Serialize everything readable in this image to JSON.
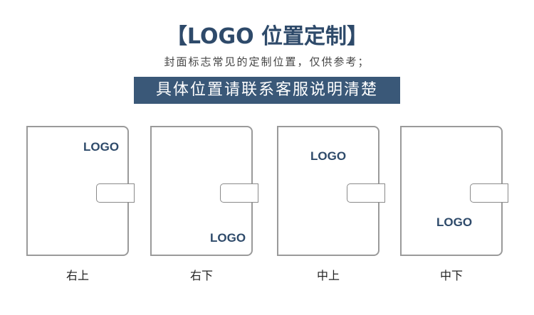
{
  "title": "【LOGO 位置定制】",
  "subtitle": "封面标志常见的定制位置，仅供参考；",
  "banner": "具体位置请联系客服说明清楚",
  "notebooks": [
    {
      "logo": "LOGO",
      "label": "右上"
    },
    {
      "logo": "LOGO",
      "label": "右下"
    },
    {
      "logo": "LOGO",
      "label": "中上"
    },
    {
      "logo": "LOGO",
      "label": "中下"
    }
  ]
}
